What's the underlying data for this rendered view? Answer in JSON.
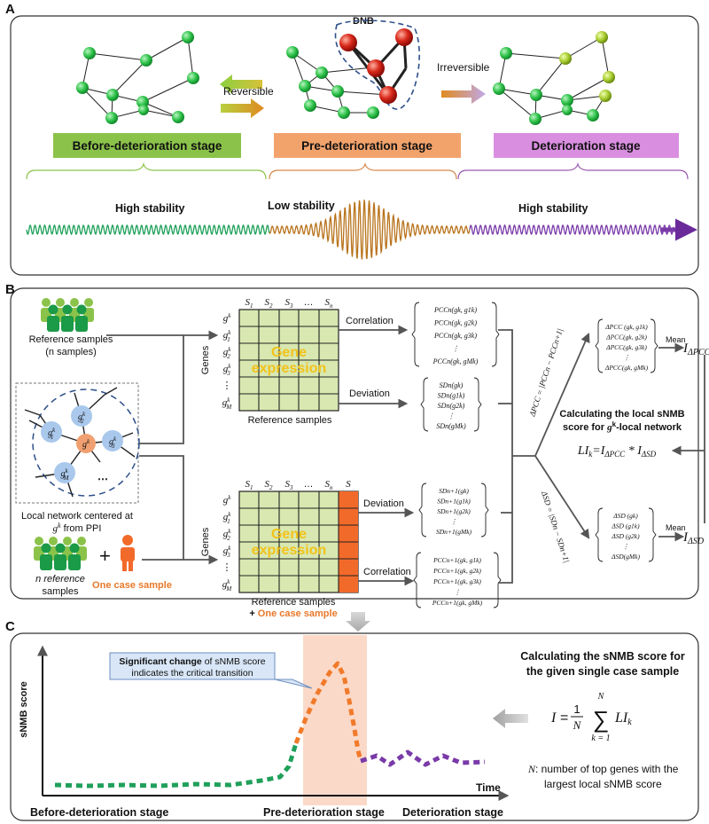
{
  "panels": {
    "a": "A",
    "b": "B",
    "c": "C"
  },
  "panel_a": {
    "dnb": "DNB",
    "reversible": "Reversible",
    "irreversible": "Irreversible",
    "stage_before": "Before-deterioration stage",
    "stage_pre": "Pre-deterioration stage",
    "stage_det": "Deterioration stage",
    "stab_high_1": "High stability",
    "stab_low": "Low stability",
    "stab_high_2": "High stability",
    "colors": {
      "before": "#8bc34a",
      "pre": "#f0a070",
      "det": "#d98ee0",
      "wave_green": "#1fa05a",
      "wave_orange": "#b8731c",
      "wave_purple": "#7a3aa8"
    }
  },
  "panel_b": {
    "ref_samples": "Reference samples",
    "ref_samples_n": "(n samples)",
    "local_net_1": "Local network centered at",
    "local_net_2": "g",
    "local_net_2_sup": "k",
    "local_net_2_rest": " from PPI",
    "n_ref_1": "n reference",
    "n_ref_2": "samples",
    "one_case": "One case sample",
    "genes": "Genes",
    "gene_expr_1": "Gene",
    "gene_expr_2": "expression",
    "ref_samples_label": "Reference samples",
    "plus_case_plus": "+ ",
    "plus_case_text": "One case sample",
    "correlation": "Correlation",
    "deviation": "Deviation",
    "mean": "Mean",
    "calc_local_1": "Calculating the local sNMB",
    "calc_local_2": "score for ",
    "calc_local_2b": "g",
    "calc_local_2sup": "k",
    "calc_local_2c": "-local network",
    "li_formula": "LI",
    "li_sub": "k",
    "li_eq": "=I",
    "li_eq_sub1": "ΔPCC",
    "li_times": " * I",
    "li_eq_sub2": "ΔSD",
    "i_dpcc": "I",
    "i_dpcc_sub": "ΔPCC",
    "i_dsd": "I",
    "i_dsd_sub": "ΔSD",
    "delta_pcc": "ΔPCC = |PCC",
    "delta_pcc_rest": "n − PCCn+1|",
    "delta_sd": "ΔSD = |SD",
    "delta_sd_rest": "n − SDn+1|",
    "cols_top": [
      "S1",
      "S2",
      "S3",
      "…",
      "Sn"
    ],
    "cols_bottom": [
      "S1",
      "S2",
      "S3",
      "…",
      "Sn",
      "S"
    ],
    "rows": [
      "g^k",
      "g_1^k",
      "g_2^k",
      "g_3^k",
      "⋮",
      "g_M^k"
    ],
    "pcc_n": [
      "PCCn(gk, g1k)",
      "PCCn(gk, g2k)",
      "PCCn(gk, g3k)",
      "⋮",
      "PCCn(gk, gMk)"
    ],
    "sd_n": [
      "SDn(gk)",
      "SDn(g1k)",
      "SDn(g2k)",
      "⋮",
      "SDn(gMk)"
    ],
    "sd_n1": [
      "SDn+1(gk)",
      "SDn+1(g1k)",
      "SDn+1(g2k)",
      "⋮",
      "SDn+1(gMk)"
    ],
    "pcc_n1": [
      "PCCn+1(gk, g1k)",
      "PCCn+1(gk, g2k)",
      "PCCn+1(gk, g3k)",
      "⋮",
      "PCCn+1(gk, gMk)"
    ],
    "dpcc": [
      "ΔPCC (gk, g1k)",
      "ΔPCC(gk, g2k)",
      "ΔPCC(gk, g3k)",
      "⋮",
      "ΔPCC(gk, gMk)"
    ],
    "dsd": [
      "ΔSD (gk)",
      "ΔSD (g1k)",
      "ΔSD (g2k)",
      "⋮",
      "ΔSD(gMk)"
    ],
    "colors": {
      "grid": "#d8e8b0",
      "case": "#f26a2a",
      "node": "#a9c8ec",
      "center": "#f0a070"
    }
  },
  "panel_c": {
    "yaxis": "sNMB score",
    "xaxis": "Time",
    "callout_bold": "Significant change",
    "callout_rest": " of sNMB score",
    "callout_2": "indicates the critical transition",
    "stage_before": "Before-deterioration stage",
    "stage_pre": "Pre-deterioration stage",
    "stage_det": "Deterioration stage",
    "calc_1": "Calculating the sNMB score for",
    "calc_2": "the given single case sample",
    "formula": "I = (1/N) Σ LIk",
    "formula_i": "I",
    "formula_eq": " = ",
    "formula_1": "1",
    "formula_n": "N",
    "formula_sigma": "∑",
    "formula_top": "N",
    "formula_bottom": "k = 1",
    "formula_li": "LI",
    "formula_li_sub": "k",
    "n_def_n": "N",
    "n_def_1": ": number of top genes with the",
    "n_def_2": "largest local sNMB score",
    "colors": {
      "green": "#1fa05a",
      "orange": "#f07a2a",
      "purple": "#7a3aa8",
      "highlight": "#fbd9c8",
      "callout": "#d8e6f7"
    }
  }
}
